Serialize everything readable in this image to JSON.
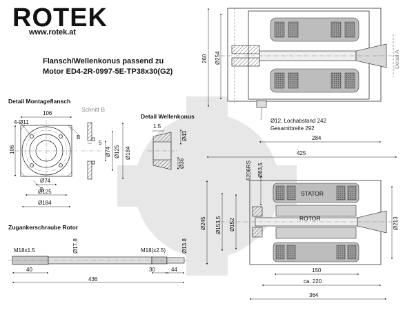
{
  "brand": {
    "logo": "ROTEK",
    "url": "www.rotek.at"
  },
  "title": {
    "line1": "Flansch/Wellenkonus passend zu",
    "line2": "Motor ED4-2R-0997-5E-TP38x30(G2)"
  },
  "detail_flange": {
    "heading": "Detail Montageflansch",
    "section_label": "Schnitt B",
    "section_mark_a": "B",
    "section_mark_b": "B",
    "holes": "4-Ø11",
    "width": "106",
    "height": "106",
    "d_inner": "Ø74",
    "d_bolt": "Ø125",
    "d_outer": "Ø184",
    "sec_thick": "5",
    "sec_d74": "Ø74",
    "sec_d125": "Ø125",
    "sec_d184": "Ø184"
  },
  "detail_cone": {
    "heading": "Detail Wellenkonus",
    "taper": "1:5",
    "d_large": "Ø43",
    "d_small": "Ø36"
  },
  "pull_screw": {
    "heading": "Zugankerschraube Rotor",
    "thread_left": "M18x1.5",
    "thread_right": "M18(x2.5)",
    "d_shaft": "Ø17.8",
    "d_end": "Ø13.8",
    "len_left": "40",
    "len_total": "436",
    "len_r1": "30",
    "len_r2": "44"
  },
  "motor_top": {
    "h_260": "260",
    "d_254": "Ø254",
    "detail_ref": "Detail A",
    "note_holes": "Ø12, Lochabstand 242",
    "note_width": "Gesamtbreite 292",
    "len_284": "284",
    "len_425": "425"
  },
  "motor_bottom": {
    "bearing": "6206RS",
    "d_63_5": "Ø63,5",
    "stator": "STATOR",
    "rotor": "ROTOR",
    "d_245": "Ø245",
    "d_153_5": "Ø153,5",
    "d_152": "Ø152",
    "d_213": "Ø213",
    "len_150": "150",
    "len_220": "ca. 220",
    "len_364": "364"
  }
}
